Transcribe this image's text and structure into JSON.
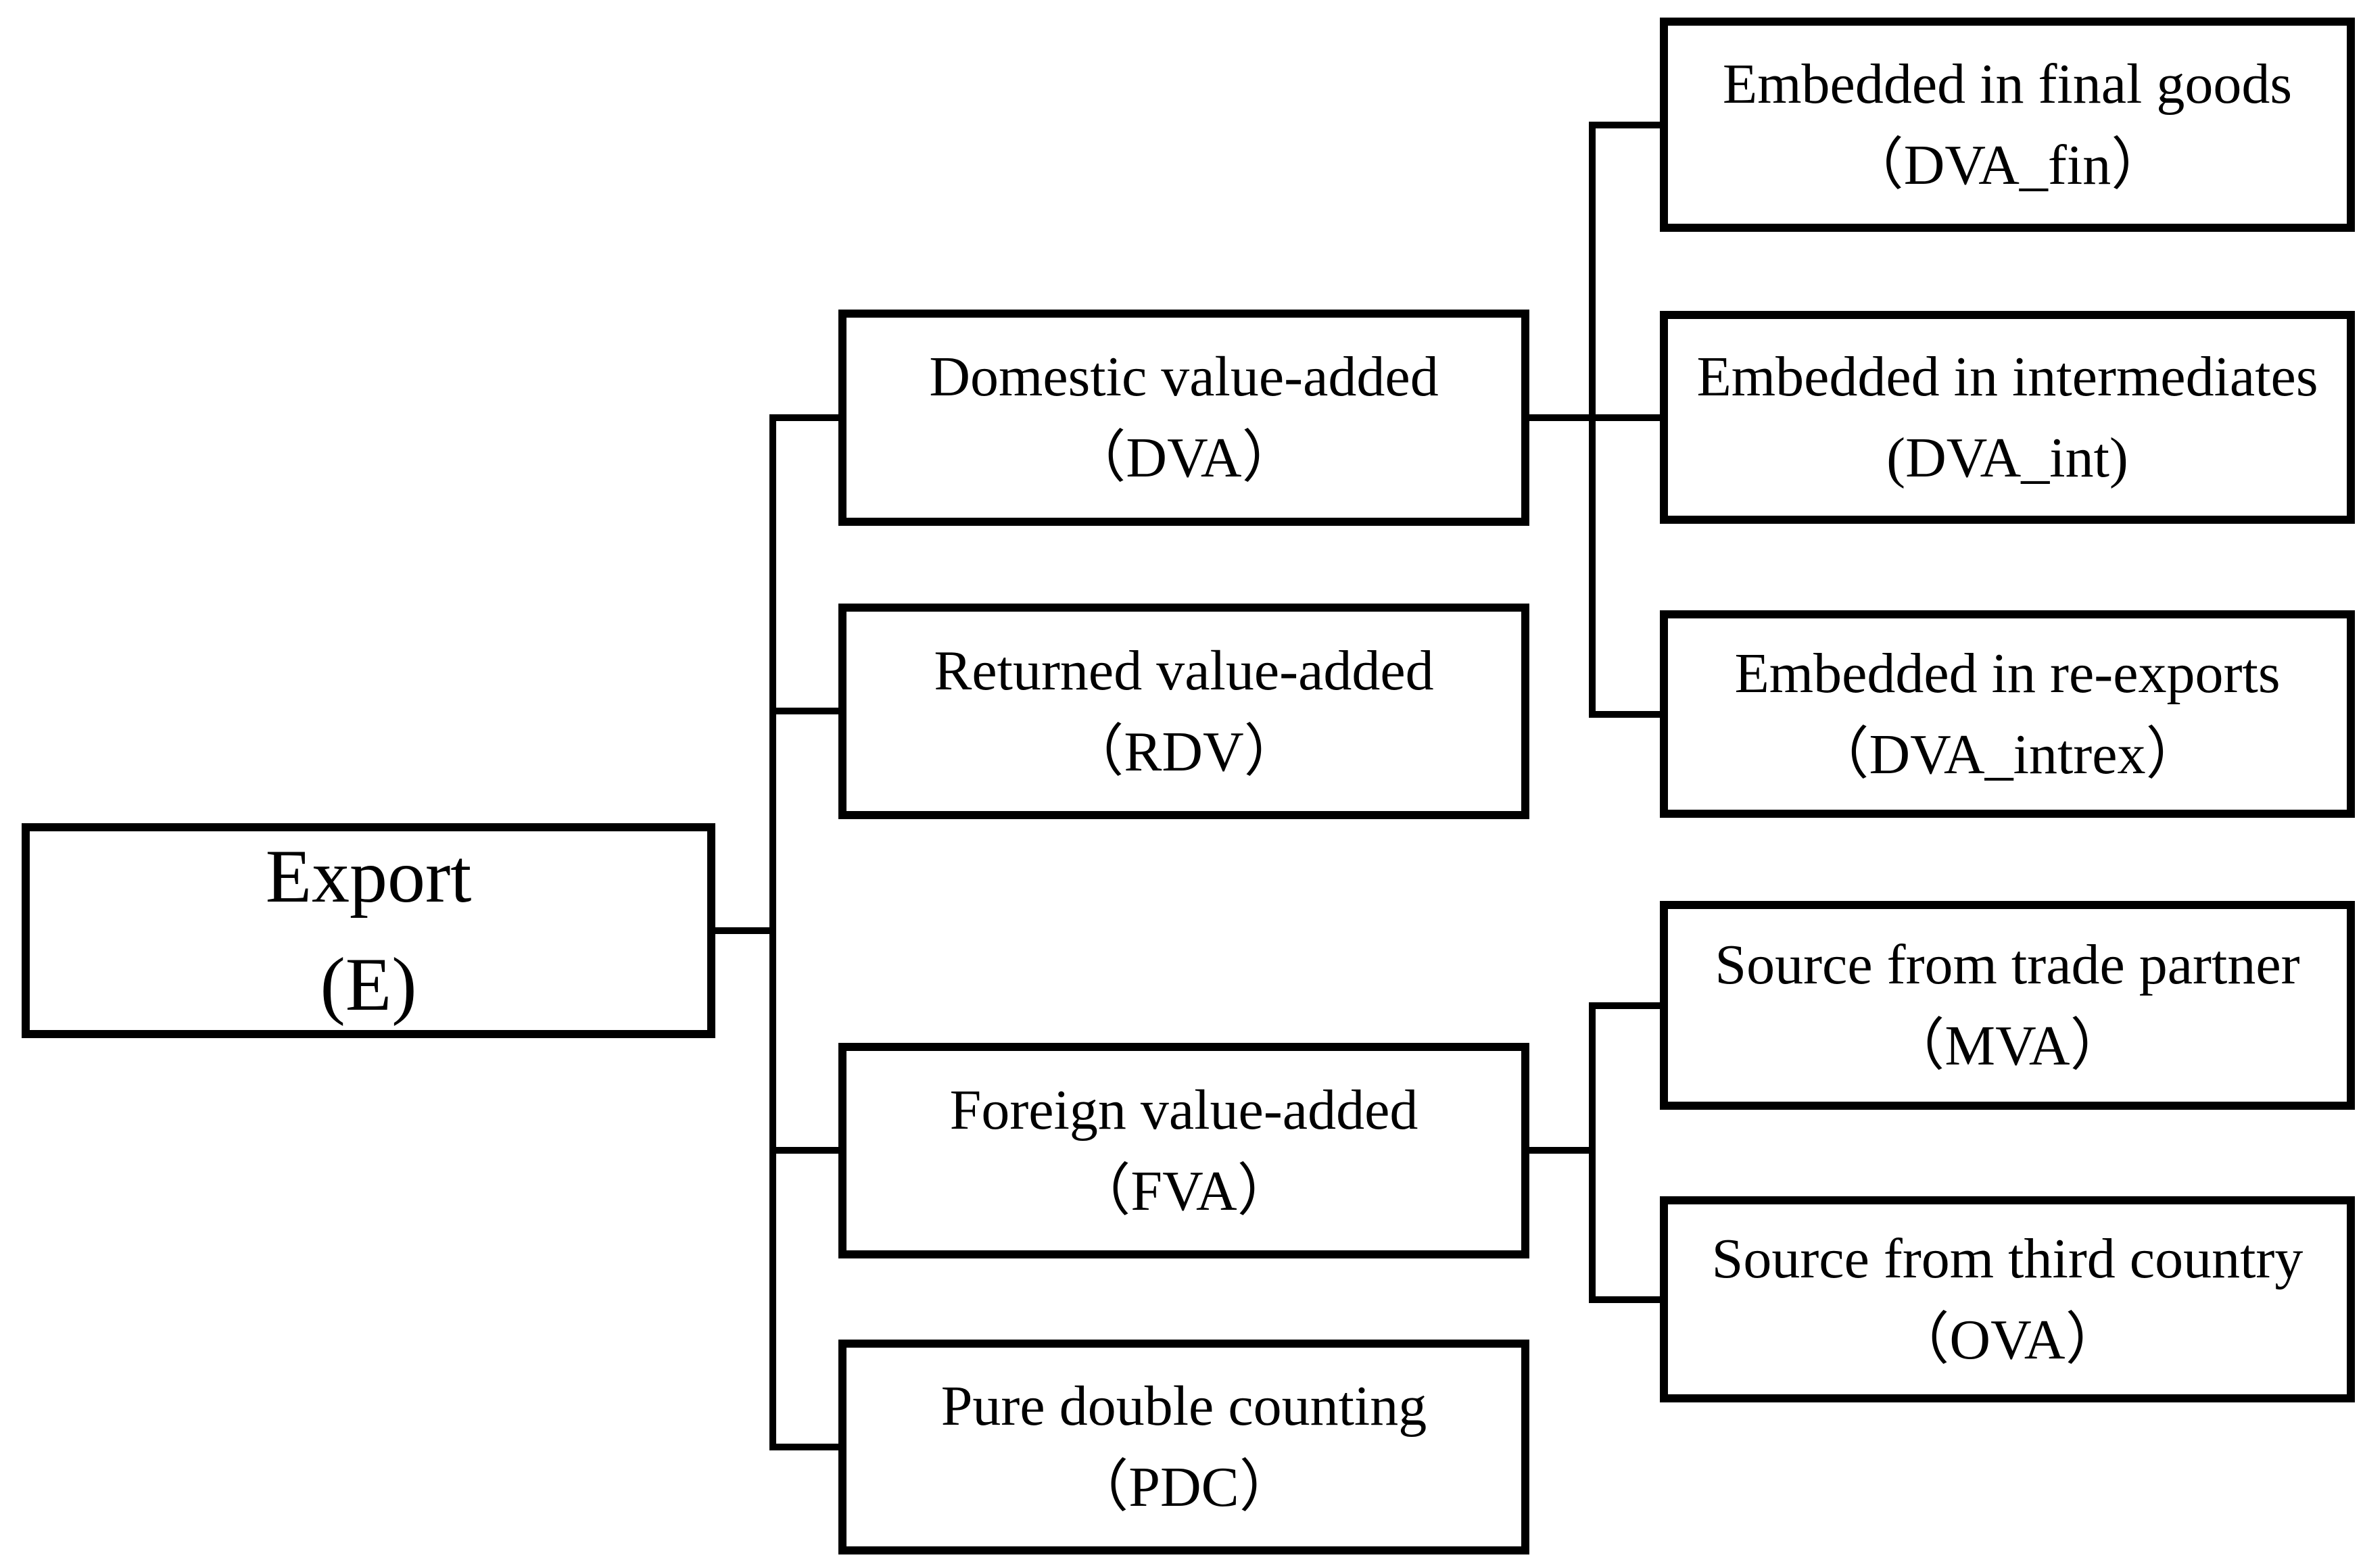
{
  "diagram": {
    "description": "Decomposition tree of gross exports into value-added components",
    "colors": {
      "background": "#ffffff",
      "box_border": "#000000",
      "connector": "#000000",
      "text": "#000000"
    },
    "nodes": {
      "export": {
        "line1": "Export",
        "line2": "(E)"
      },
      "dva": {
        "line1": "Domestic value-added",
        "line2": "（DVA）"
      },
      "rdv": {
        "line1": "Returned value-added",
        "line2": "（RDV）"
      },
      "fva": {
        "line1": "Foreign value-added",
        "line2": "（FVA）"
      },
      "pdc": {
        "line1": "Pure double counting",
        "line2": "（PDC）"
      },
      "dva_fin": {
        "line1": "Embedded in final goods",
        "line2": "（DVA_fin）"
      },
      "dva_int": {
        "line1": "Embedded in intermediates",
        "line2": "(DVA_int)"
      },
      "dva_intrex": {
        "line1": "Embedded in re-exports",
        "line2": "（DVA_intrex）"
      },
      "mva": {
        "line1": "Source from trade partner",
        "line2": "（MVA）"
      },
      "ova": {
        "line1": "Source from third country",
        "line2": "（OVA）"
      }
    },
    "hierarchy": {
      "export": [
        "dva",
        "rdv",
        "fva",
        "pdc"
      ],
      "dva": [
        "dva_fin",
        "dva_int",
        "dva_intrex"
      ],
      "fva": [
        "mva",
        "ova"
      ]
    }
  }
}
